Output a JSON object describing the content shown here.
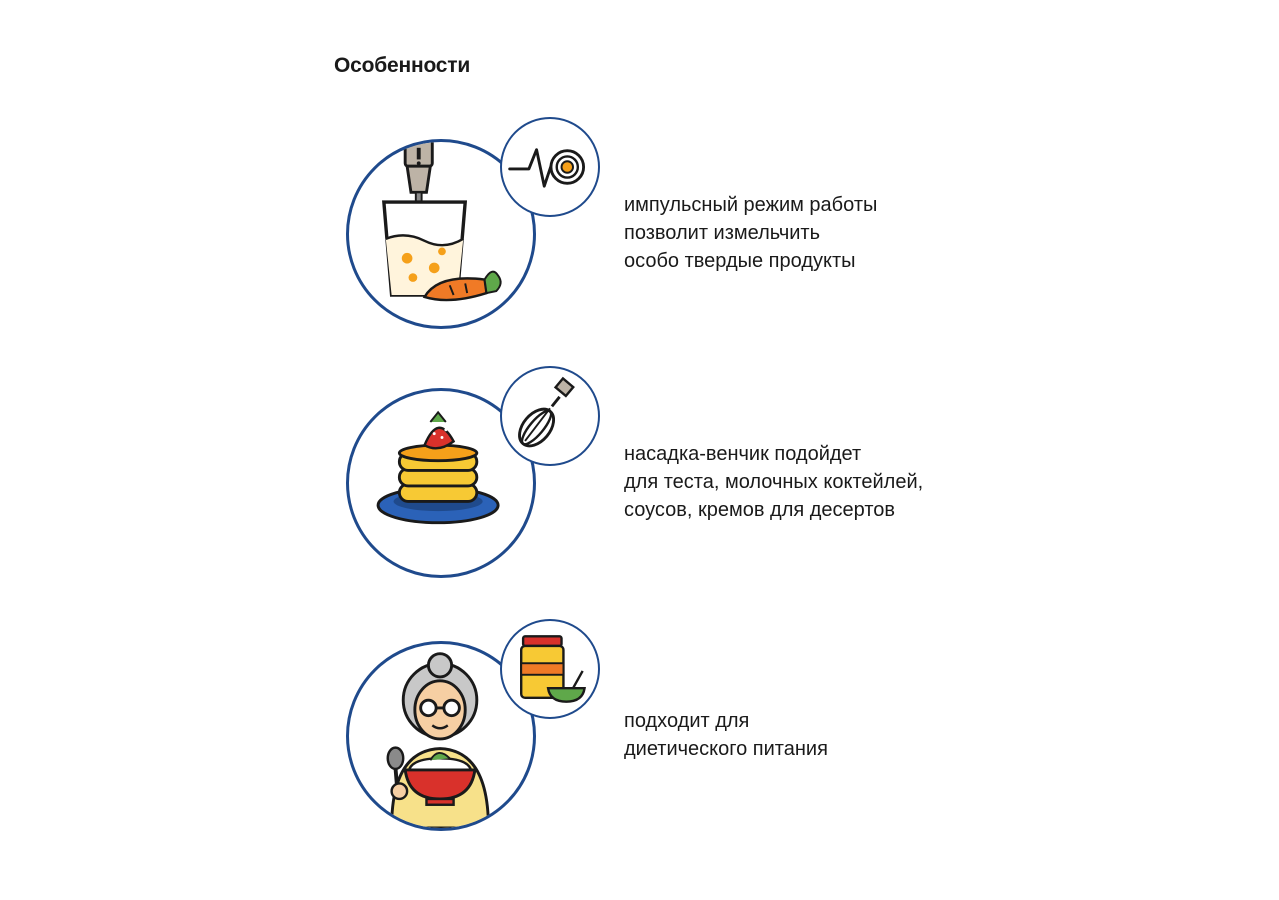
{
  "title": "Особенности",
  "features": [
    {
      "lines": [
        "импульсный режим работы",
        "позволит измельчить",
        "особо твердые продукты"
      ],
      "main_icon": "blender-glass-carrot-icon",
      "badge_icon": "pulse-target-icon"
    },
    {
      "lines": [
        "насадка-венчик подойдет",
        "для теста, молочных коктейлей,",
        "соусов, кремов для десертов"
      ],
      "main_icon": "pancakes-strawberry-icon",
      "badge_icon": "whisk-icon"
    },
    {
      "lines": [
        "подходит для",
        "диетического питания"
      ],
      "main_icon": "grandma-eating-icon",
      "badge_icon": "baby-food-jar-icon"
    }
  ],
  "colors": {
    "circle_border": "#1f4a8c",
    "orange": "#f5a01a",
    "carrot": "#f07a26",
    "red": "#d9312b",
    "blue": "#2b62b8",
    "yellow": "#f7c934",
    "gray": "#8a8a8a",
    "green": "#5fa84a"
  }
}
